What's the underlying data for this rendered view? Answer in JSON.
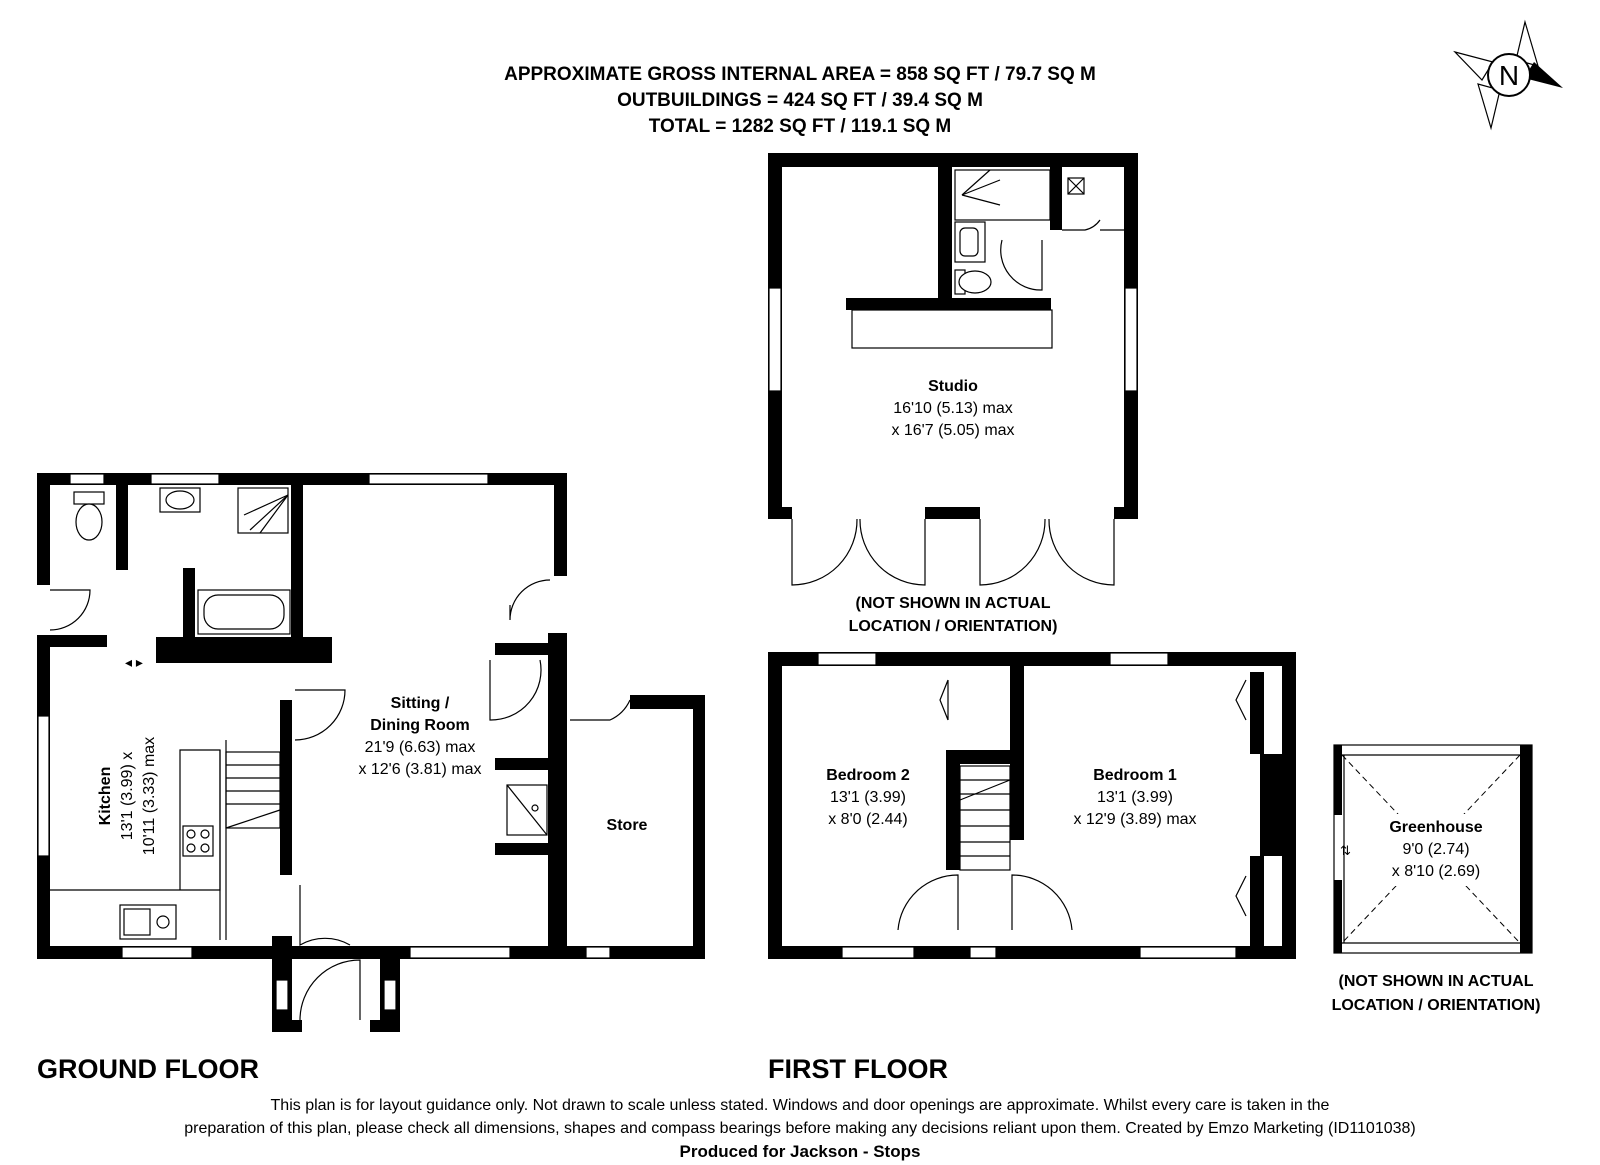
{
  "header": {
    "line1": "APPROXIMATE GROSS INTERNAL AREA = 858 SQ FT / 79.7 SQ M",
    "line2": "OUTBUILDINGS = 424 SQ FT / 39.4 SQ M",
    "line3": "TOTAL = 1282 SQ FT / 119.1 SQ M"
  },
  "compass": {
    "label": "N"
  },
  "floors": {
    "ground": "GROUND FLOOR",
    "first": "FIRST FLOOR"
  },
  "rooms": {
    "studio": {
      "name": "Studio",
      "dim1": "16'10 (5.13) max",
      "dim2": "x 16'7 (5.05) max"
    },
    "sitting": {
      "name1": "Sitting /",
      "name2": "Dining Room",
      "dim1": "21'9 (6.63) max",
      "dim2": "x 12'6 (3.81) max"
    },
    "kitchen": {
      "name": "Kitchen",
      "dim1": "13'1 (3.99) x",
      "dim2": "10'11 (3.33) max"
    },
    "store": {
      "name": "Store"
    },
    "bedroom2": {
      "name": "Bedroom 2",
      "dim1": "13'1 (3.99)",
      "dim2": "x 8'0 (2.44)"
    },
    "bedroom1": {
      "name": "Bedroom 1",
      "dim1": "13'1 (3.99)",
      "dim2": "x 12'9 (3.89) max"
    },
    "greenhouse": {
      "name": "Greenhouse",
      "dim1": "9'0 (2.74)",
      "dim2": "x 8'10 (2.69)"
    }
  },
  "notes": {
    "studio_line1": "(NOT SHOWN IN ACTUAL",
    "studio_line2": "LOCATION / ORIENTATION)",
    "greenhouse_line1": "(NOT SHOWN IN ACTUAL",
    "greenhouse_line2": "LOCATION / ORIENTATION)"
  },
  "footer": {
    "line1": "This plan is for layout guidance only. Not drawn to scale unless stated. Windows and door openings are approximate. Whilst every care is taken in the",
    "line2": "preparation of this plan, please check all dimensions, shapes and compass bearings before making any decisions reliant upon them. Created by Emzo Marketing (ID1101038)",
    "line3": "Produced for Jackson - Stops"
  }
}
